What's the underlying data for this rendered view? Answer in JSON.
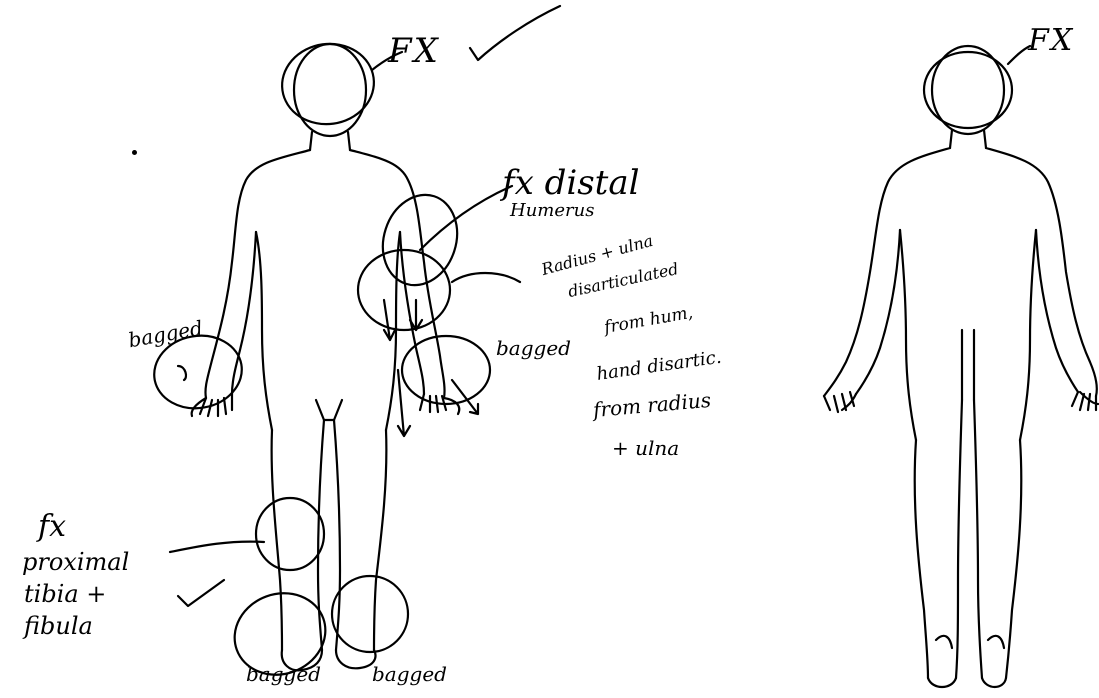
{
  "annotations": {
    "head_left_fx": "FX",
    "head_right_fx": "FX",
    "humerus_line1": "fx distal",
    "humerus_line2": "Humerus",
    "radius_line1": "Radius + ulna",
    "radius_line2": "disarticulated",
    "radius_line3": "from hum,",
    "radius_line4": "hand disartic.",
    "radius_line5": "from radius",
    "radius_line6": "+ ulna",
    "tibia_line1": "fx",
    "tibia_line2": "proximal",
    "tibia_line3": "tibia +",
    "tibia_line4": "fibula",
    "bagged_left_hand": "bagged",
    "bagged_right_hand": "bagged",
    "bagged_left_foot": "bagged",
    "bagged_right_foot": "bagged"
  },
  "colors": {
    "ink": "#000000",
    "background": "#ffffff"
  }
}
